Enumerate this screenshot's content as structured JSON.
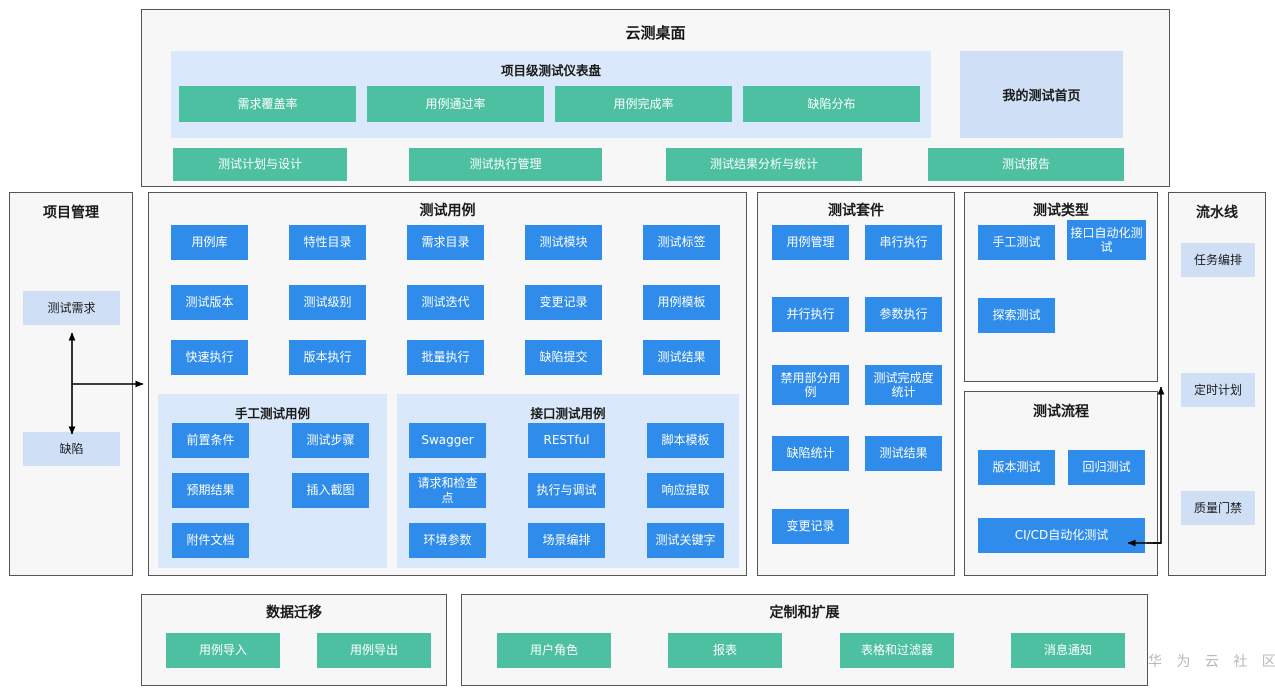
{
  "header": {
    "title": "云测桌面",
    "dashboard": {
      "title": "项目级测试仪表盘",
      "chips": [
        "需求覆盖率",
        "用例通过率",
        "用例完成率",
        "缺陷分布"
      ]
    },
    "my_home": "我的测试首页",
    "actions": [
      "测试计划与设计",
      "测试执行管理",
      "测试结果分析与统计",
      "测试报告"
    ]
  },
  "project": {
    "title": "项目管理",
    "items": [
      "测试需求",
      "缺陷"
    ]
  },
  "testcase": {
    "title": "测试用例",
    "grid": [
      "用例库",
      "特性目录",
      "需求目录",
      "测试模块",
      "测试标签",
      "测试版本",
      "测试级别",
      "测试迭代",
      "变更记录",
      "用例模板",
      "快速执行",
      "版本执行",
      "批量执行",
      "缺陷提交",
      "测试结果"
    ],
    "manual": {
      "title": "手工测试用例",
      "items": [
        "前置条件",
        "测试步骤",
        "预期结果",
        "插入截图",
        "附件文档"
      ]
    },
    "api": {
      "title": "接口测试用例",
      "items": [
        "Swagger",
        "RESTful",
        "脚本模板",
        "请求和检查点",
        "执行与调试",
        "响应提取",
        "环境参数",
        "场景编排",
        "测试关键字"
      ]
    }
  },
  "suite": {
    "title": "测试套件",
    "items": [
      "用例管理",
      "串行执行",
      "并行执行",
      "参数执行",
      "禁用部分用例",
      "测试完成度统计",
      "缺陷统计",
      "测试结果",
      "变更记录"
    ]
  },
  "type": {
    "title": "测试类型",
    "items": [
      "手工测试",
      "接口自动化测试",
      "探索测试"
    ]
  },
  "flow": {
    "title": "测试流程",
    "items": [
      "版本测试",
      "回归测试",
      "CI/CD自动化测试"
    ]
  },
  "pipeline": {
    "title": "流水线",
    "items": [
      "任务编排",
      "定时计划",
      "质量门禁"
    ]
  },
  "migrate": {
    "title": "数据迁移",
    "items": [
      "用例导入",
      "用例导出"
    ]
  },
  "custom": {
    "title": "定制和扩展",
    "items": [
      "用户角色",
      "报表",
      "表格和过滤器",
      "消息通知"
    ]
  },
  "watermark": "华 为 云 社 区",
  "colors": {
    "green": "#4cc0a0",
    "blue": "#2f8ceb",
    "light_blue": "#cfe0f6",
    "panel_bg": "#f7f7f7",
    "panel_border": "#555555"
  }
}
